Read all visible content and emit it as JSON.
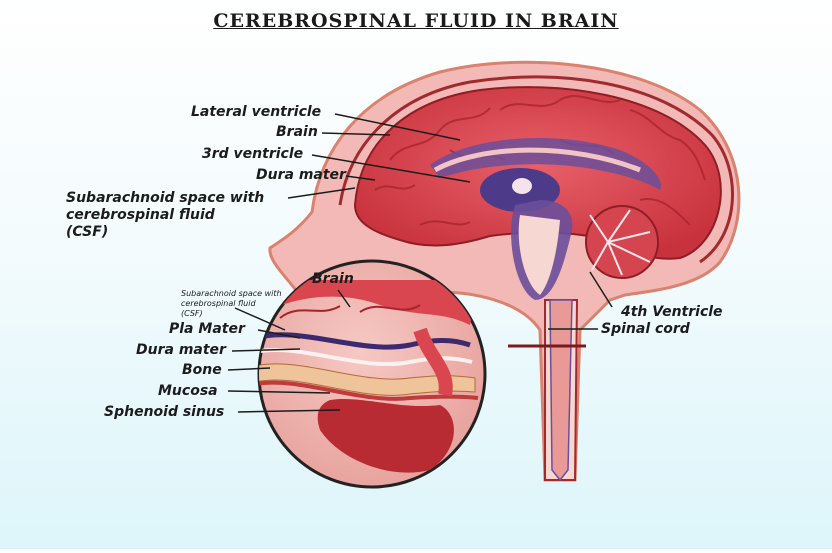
{
  "title": "CEREBROSPINAL FLUID IN BRAIN",
  "labels": {
    "lateral_ventricle": "Lateral ventricle",
    "brain": "Brain",
    "third_ventricle": "3rd ventricle",
    "dura_mater_top": "Dura mater",
    "subarachnoid_csf": "Subarachnoid space with\ncerebrospinal fluid\n(CSF)",
    "inset_brain": "Brain",
    "inset_subarachnoid": "Subarachnoid space with\ncerebrospinal fluid\n(CSF)",
    "pia_mater": "Pla Mater",
    "dura_mater_inset": "Dura mater",
    "bone": "Bone",
    "mucosa": "Mucosa",
    "sphenoid_sinus": "Sphenoid sinus",
    "fourth_ventricle": "4th Ventricle",
    "spinal_cord": "Spinal cord"
  },
  "colors": {
    "skin": "#f2b9b6",
    "skull_line": "#d9826e",
    "brain": "#d9464f",
    "brain_fold": "#a8222c",
    "ventricle": "#4d3b8a",
    "csf": "#f6d7d2"
  }
}
